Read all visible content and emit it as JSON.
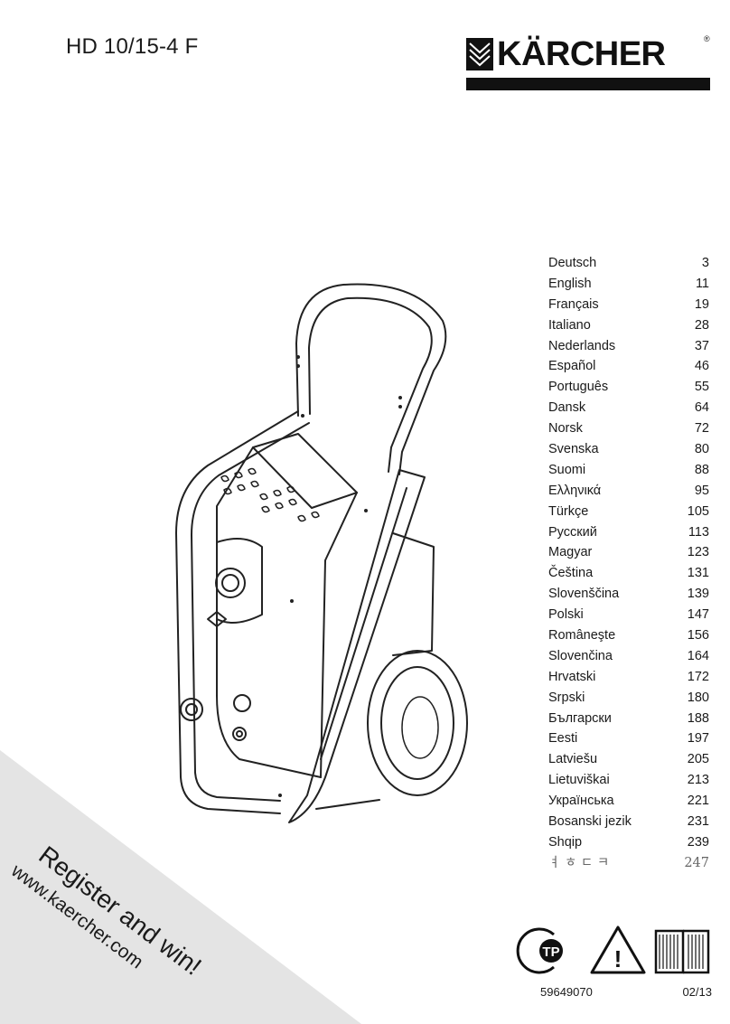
{
  "header": {
    "model": "HD 10/15-4 F",
    "brand": "KÄRCHER",
    "registered_mark": "®"
  },
  "languages": [
    {
      "name": "Deutsch",
      "page": "3"
    },
    {
      "name": "English",
      "page": "11"
    },
    {
      "name": "Français",
      "page": "19"
    },
    {
      "name": "Italiano",
      "page": "28"
    },
    {
      "name": "Nederlands",
      "page": "37"
    },
    {
      "name": "Español",
      "page": "46"
    },
    {
      "name": "Português",
      "page": "55"
    },
    {
      "name": "Dansk",
      "page": "64"
    },
    {
      "name": "Norsk",
      "page": "72"
    },
    {
      "name": "Svenska",
      "page": "80"
    },
    {
      "name": "Suomi",
      "page": "88"
    },
    {
      "name": "Ελληνικά",
      "page": "95"
    },
    {
      "name": "Türkçe",
      "page": "105"
    },
    {
      "name": "Русский",
      "page": "113"
    },
    {
      "name": "Magyar",
      "page": "123"
    },
    {
      "name": "Čeština",
      "page": "131"
    },
    {
      "name": "Slovenščina",
      "page": "139"
    },
    {
      "name": "Polski",
      "page": "147"
    },
    {
      "name": "Româneşte",
      "page": "156"
    },
    {
      "name": "Slovenčina",
      "page": "164"
    },
    {
      "name": "Hrvatski",
      "page": "172"
    },
    {
      "name": "Srpski",
      "page": "180"
    },
    {
      "name": "Български",
      "page": "188"
    },
    {
      "name": "Eesti",
      "page": "197"
    },
    {
      "name": "Latviešu",
      "page": "205"
    },
    {
      "name": "Lietuviškai",
      "page": "213"
    },
    {
      "name": "Українська",
      "page": "221"
    },
    {
      "name": "Bosanski jezik",
      "page": "231"
    },
    {
      "name": "Shqip",
      "page": "239"
    },
    {
      "name": "ㅕ ㅎ ㄷ ㅋ",
      "page": "247"
    }
  ],
  "promo": {
    "headline": "Register and win!",
    "url": "www.kaercher.com",
    "band_color": "#e4e4e4"
  },
  "symbols": {
    "certification_letters": "ТР",
    "warning_mark": "!"
  },
  "footer": {
    "part_number": "59649070",
    "date": "02/13"
  },
  "icons": [
    "karcher-logo-icon",
    "pressure-washer-illustration",
    "eac-certification-icon",
    "warning-triangle-icon",
    "manual-book-icon"
  ]
}
